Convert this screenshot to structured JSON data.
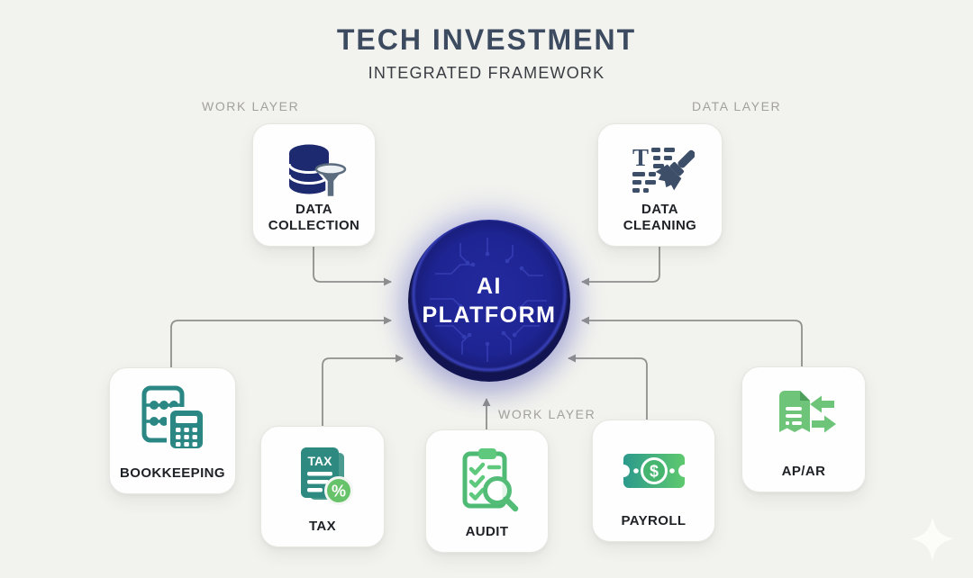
{
  "header": {
    "title": "TECH INVESTMENT",
    "subtitle": "INTEGRATED FRAMEWORK"
  },
  "labels": {
    "work_layer_top": "WORK LAYER",
    "data_layer": "DATA LAYER",
    "work_layer_mid": "WORK LAYER"
  },
  "center": {
    "line1": "AI",
    "line2": "PLATFORM"
  },
  "nodes": [
    {
      "id": "data-collection",
      "label": "DATA COLLECTION",
      "icon": "database-funnel-icon"
    },
    {
      "id": "data-cleaning",
      "label": "DATA CLEANING",
      "icon": "text-sweep-brush-icon"
    },
    {
      "id": "bookkeeping",
      "label": "BOOKKEEPING",
      "icon": "abacus-calculator-icon"
    },
    {
      "id": "tax",
      "label": "TAX",
      "icon": "tax-document-percent-icon"
    },
    {
      "id": "audit",
      "label": "AUDIT",
      "icon": "clipboard-magnifier-icon"
    },
    {
      "id": "payroll",
      "label": "PAYROLL",
      "icon": "banknote-dollar-icon"
    },
    {
      "id": "apar",
      "label": "AP/AR",
      "icon": "invoice-transfer-arrows-icon"
    }
  ],
  "colors": {
    "background": "#f2f2ee",
    "card_bg": "#fefefe",
    "title": "#3d4b61",
    "subtitle": "#3a3e43",
    "layer_label": "#a2a19c",
    "card_label": "#1e2126",
    "connector": "#8f8f8d",
    "platform_navy": "#1e2492",
    "platform_rim_blue": "#3b43c8",
    "icon_navy": "#1d2a70",
    "icon_slate": "#3d4f68",
    "icon_teal": "#2a8784",
    "icon_green": "#5ec97d"
  }
}
